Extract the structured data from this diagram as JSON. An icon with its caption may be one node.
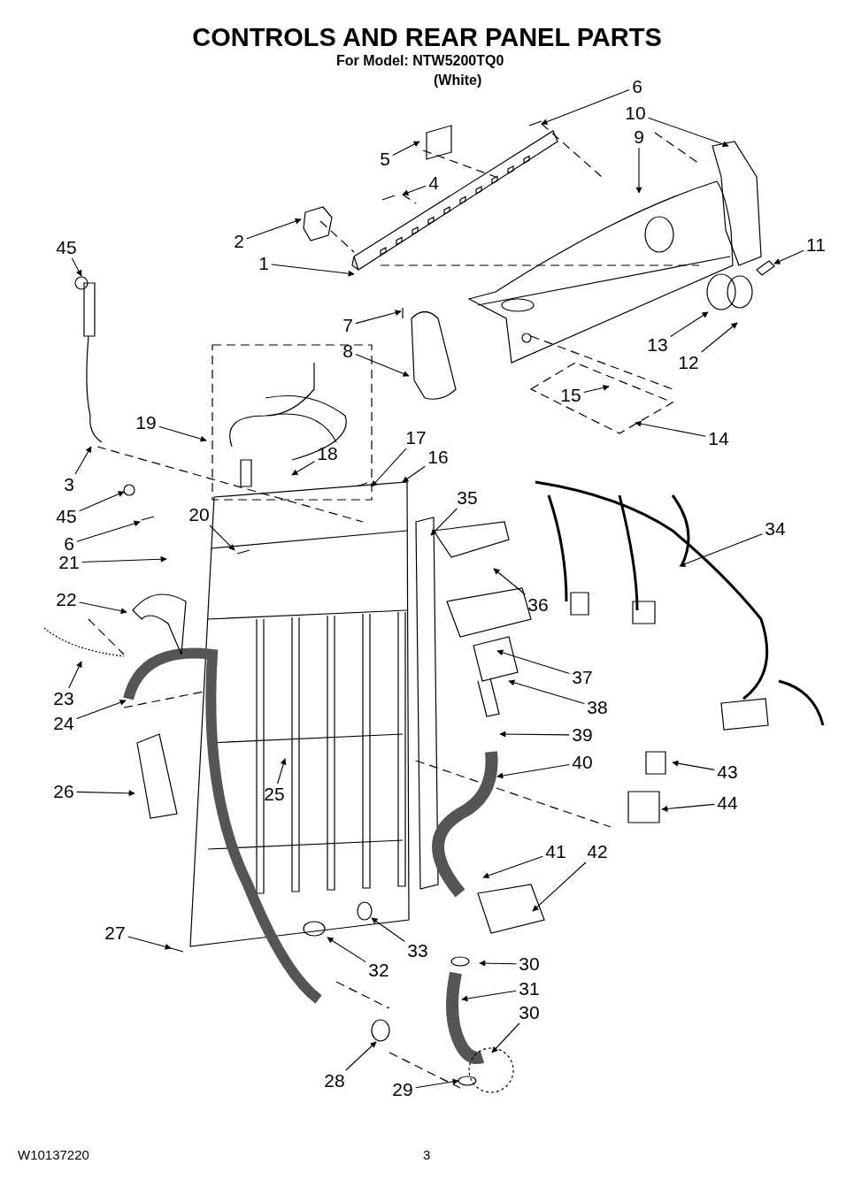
{
  "diagram": {
    "title": "CONTROLS AND REAR PANEL PARTS",
    "nodes": [
      {
        "text": [
          "6"
        ]
      },
      {
        "text": [
          "10"
        ]
      },
      {
        "text": [
          "9"
        ]
      },
      {
        "text": [
          "5"
        ]
      },
      {
        "text": [
          "4"
        ]
      },
      {
        "text": [
          "2"
        ]
      },
      {
        "text": [
          "45"
        ]
      },
      {
        "text": [
          "11"
        ]
      },
      {
        "text": [
          "1"
        ]
      },
      {
        "text": [
          "7"
        ]
      },
      {
        "text": [
          "13"
        ]
      },
      {
        "text": [
          "8"
        ]
      },
      {
        "text": [
          "12"
        ]
      },
      {
        "text": [
          "15"
        ]
      },
      {
        "text": [
          "19"
        ]
      },
      {
        "text": [
          "17"
        ]
      },
      {
        "text": [
          "14"
        ]
      },
      {
        "text": [
          "18"
        ]
      },
      {
        "text": [
          "16"
        ]
      },
      {
        "text": [
          "3"
        ]
      },
      {
        "text": [
          "35"
        ]
      },
      {
        "text": [
          "45"
        ]
      },
      {
        "text": [
          "20"
        ]
      },
      {
        "text": [
          "34"
        ]
      },
      {
        "text": [
          "6"
        ]
      },
      {
        "text": [
          "21"
        ]
      },
      {
        "text": [
          "22"
        ]
      },
      {
        "text": [
          "36"
        ]
      },
      {
        "text": [
          "37"
        ]
      },
      {
        "text": [
          "23"
        ]
      },
      {
        "text": [
          "38"
        ]
      },
      {
        "text": [
          "24"
        ]
      },
      {
        "text": [
          "39"
        ]
      },
      {
        "text": [
          "40"
        ]
      },
      {
        "text": [
          "43"
        ]
      },
      {
        "text": [
          "26"
        ]
      },
      {
        "text": [
          "25"
        ]
      },
      {
        "text": [
          "44"
        ]
      },
      {
        "text": [
          "41"
        ]
      },
      {
        "text": [
          "42"
        ]
      },
      {
        "text": [
          "27"
        ]
      },
      {
        "text": [
          "33"
        ]
      },
      {
        "text": [
          "30"
        ]
      },
      {
        "text": [
          "32"
        ]
      },
      {
        "text": [
          "31"
        ]
      },
      {
        "text": [
          "30"
        ]
      },
      {
        "text": [
          "28"
        ]
      },
      {
        "text": [
          "29"
        ]
      }
    ],
    "edges": [
      {
        "from": 0,
        "to": null,
        "arrow": "to"
      },
      {
        "from": 1,
        "to": null,
        "arrow": "to"
      },
      {
        "from": 2,
        "to": null,
        "arrow": "to"
      },
      {
        "from": 3,
        "to": null,
        "arrow": "to"
      },
      {
        "from": 4,
        "to": null,
        "arrow": "to"
      },
      {
        "from": 5,
        "to": null,
        "arrow": "to"
      },
      {
        "from": 6,
        "to": null,
        "arrow": "to"
      },
      {
        "from": 7,
        "to": null,
        "arrow": "to"
      },
      {
        "from": 8,
        "to": null,
        "arrow": "to"
      },
      {
        "from": 9,
        "to": null,
        "arrow": "to"
      },
      {
        "from": 10,
        "to": null,
        "arrow": "to"
      },
      {
        "from": 11,
        "to": null,
        "arrow": "to"
      },
      {
        "from": 12,
        "to": null,
        "arrow": "to"
      },
      {
        "from": 13,
        "to": null,
        "arrow": "to"
      },
      {
        "from": 14,
        "to": null,
        "arrow": "to"
      },
      {
        "from": 15,
        "to": null,
        "arrow": "to"
      },
      {
        "from": 16,
        "to": null,
        "arrow": "to"
      },
      {
        "from": 17,
        "to": null,
        "arrow": "to"
      },
      {
        "from": 18,
        "to": null,
        "arrow": "to"
      },
      {
        "from": 19,
        "to": null,
        "arrow": "to"
      },
      {
        "from": 20,
        "to": null,
        "arrow": "to"
      },
      {
        "from": 21,
        "to": null,
        "arrow": "to"
      },
      {
        "from": 22,
        "to": null,
        "arrow": "to"
      },
      {
        "from": 23,
        "to": null,
        "arrow": "to"
      },
      {
        "from": 24,
        "to": null,
        "arrow": "to"
      },
      {
        "from": 25,
        "to": null,
        "arrow": "to"
      },
      {
        "from": 26,
        "to": null,
        "arrow": "to"
      },
      {
        "from": 27,
        "to": null,
        "arrow": "to"
      },
      {
        "from": 28,
        "to": null,
        "arrow": "to"
      },
      {
        "from": 29,
        "to": null,
        "arrow": "to"
      },
      {
        "from": 30,
        "to": null,
        "arrow": "to"
      },
      {
        "from": 31,
        "to": null,
        "arrow": "to"
      },
      {
        "from": 32,
        "to": null,
        "arrow": "to"
      },
      {
        "from": 33,
        "to": null,
        "arrow": "to"
      },
      {
        "from": 34,
        "to": null,
        "arrow": "to"
      },
      {
        "from": 35,
        "to": null,
        "arrow": "to"
      },
      {
        "from": 36,
        "to": null,
        "arrow": "to"
      },
      {
        "from": 37,
        "to": null,
        "arrow": "to"
      },
      {
        "from": 38,
        "to": null,
        "arrow": "to"
      },
      {
        "from": 39,
        "to": null,
        "arrow": "to"
      },
      {
        "from": 40,
        "to": null,
        "arrow": "to"
      },
      {
        "from": 41,
        "to": null,
        "arrow": "to"
      },
      {
        "from": 42,
        "to": null,
        "arrow": "to"
      },
      {
        "from": 43,
        "to": null,
        "arrow": "to"
      },
      {
        "from": 44,
        "to": null,
        "arrow": "to"
      },
      {
        "from": 45,
        "to": null,
        "arrow": "to"
      },
      {
        "from": 46,
        "to": null,
        "arrow": "to"
      },
      {
        "from": 47,
        "to": null,
        "arrow": "to"
      }
    ],
    "labels": [
      "For Model: NTW5200TQ0",
      "(White)",
      "W10137220",
      "3"
    ]
  }
}
